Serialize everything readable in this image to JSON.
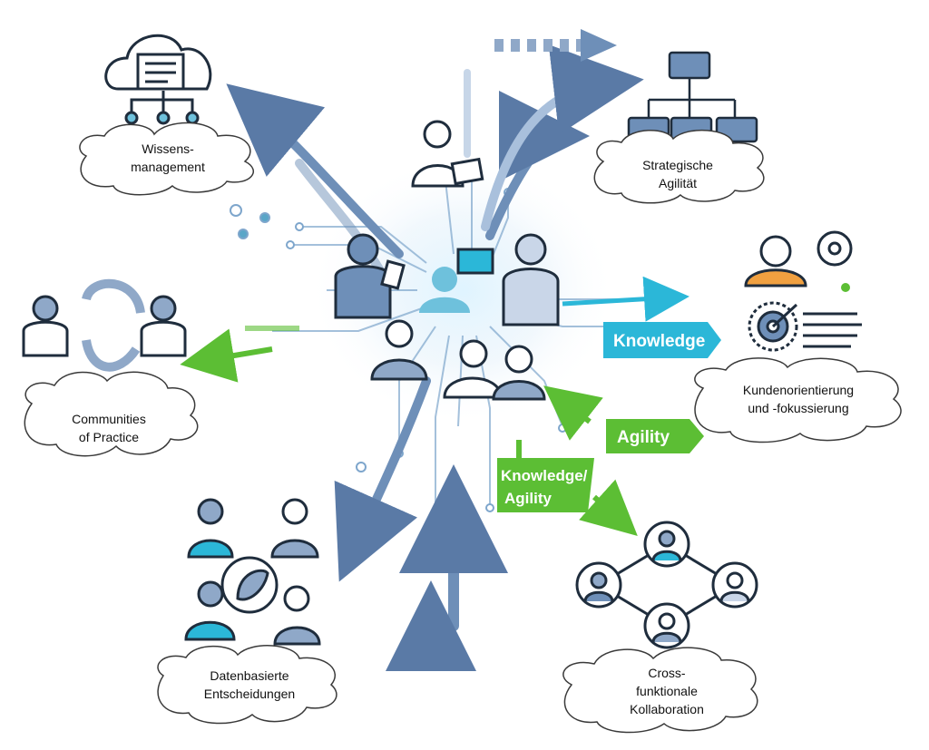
{
  "colors": {
    "navy": "#1f2d3d",
    "slate": "#6e8fb8",
    "slate_dark": "#4a6c98",
    "cyan": "#2bb7d8",
    "green": "#5cbe34",
    "person_fill": "#c9d6e8"
  },
  "clouds": {
    "wissensmanagement": "Wissens-\nmanagement",
    "strategische_agilitaet": "Strategische\nAgilität",
    "communities": "Communities\nof Practice",
    "kundenorientierung": "Kundenorientierung\nund -fokussierung",
    "datenbasiert": "Datenbasierte\nEntscheidungen",
    "kollaboration": "Cross-\nfunktionale\nKollaboration"
  },
  "tags": {
    "knowledge": "Knowledge",
    "agility": "Agility",
    "knowledge_agility_line1": "Knowledge/",
    "knowledge_agility_line2": "Agility"
  },
  "icons": [
    "cloud-server-icon",
    "org-chart-icon",
    "customer-gear-icon",
    "target-icon",
    "recycle-people-icon",
    "team-leaf-icon",
    "network-people-icon",
    "handshake-icon"
  ]
}
